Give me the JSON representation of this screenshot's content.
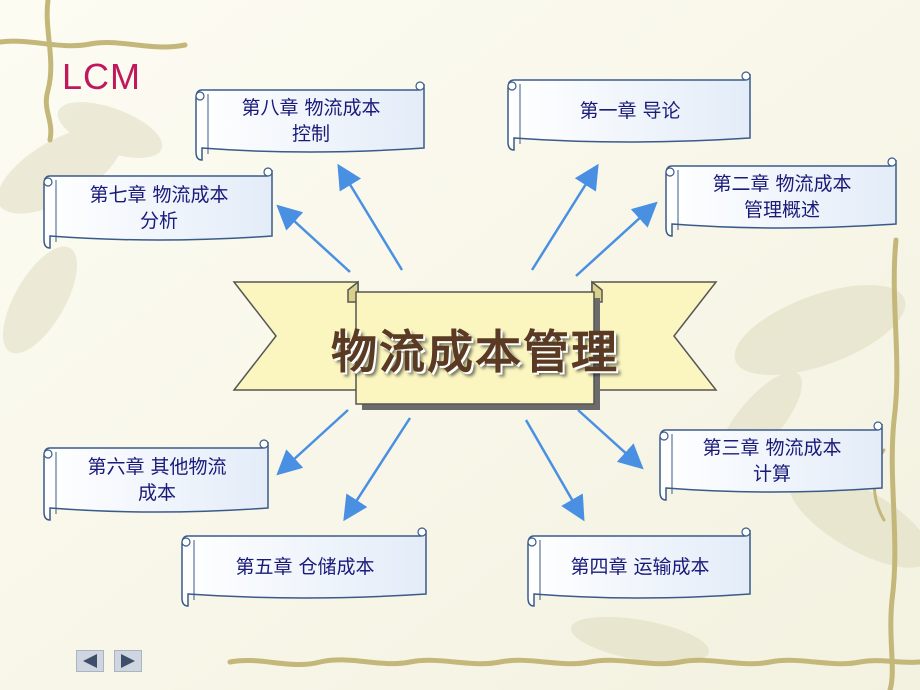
{
  "logo": "LCM",
  "center_title": "物流成本管理",
  "chapters": {
    "ch1": "第一章 导论",
    "ch2": "第二章 物流成本\n管理概述",
    "ch3": "第三章 物流成本\n计算",
    "ch4": "第四章 运输成本",
    "ch5": "第五章 仓储成本",
    "ch6": "第六章 其他物流\n成本",
    "ch7": "第七章 物流成本\n分析",
    "ch8": "第八章 物流成本\n控制"
  },
  "colors": {
    "arrow": "#4a90e2",
    "text": "#1a1a7a",
    "logo": "#c0185c",
    "ribbon": "#fbf6c0"
  },
  "nav": {
    "prev": "prev-arrow-icon",
    "next": "next-arrow-icon"
  }
}
